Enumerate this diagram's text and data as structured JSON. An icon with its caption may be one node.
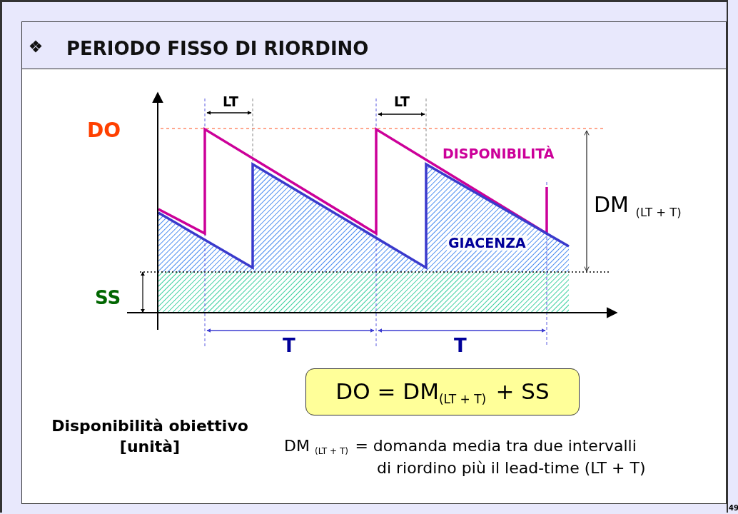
{
  "diagram": {
    "title": "PERIODO FISSO DI RIORDINO",
    "nodes": [
      {
        "text": [
          "DO = DM$_{(LT + T)}$ + SS"
        ]
      }
    ],
    "labels": [
      "LT",
      "LT",
      "DO",
      "DISPONIBILITÀ",
      "DM $_{(LT + T)}$",
      "GIACENZA",
      "SS",
      "T",
      "T",
      "Disponibilità obiettivo [unità]",
      "DM $_{(LT + T)}$ = domanda media tra due intervalli di riordino più il lead-time (LT + T)",
      "49"
    ]
  }
}
